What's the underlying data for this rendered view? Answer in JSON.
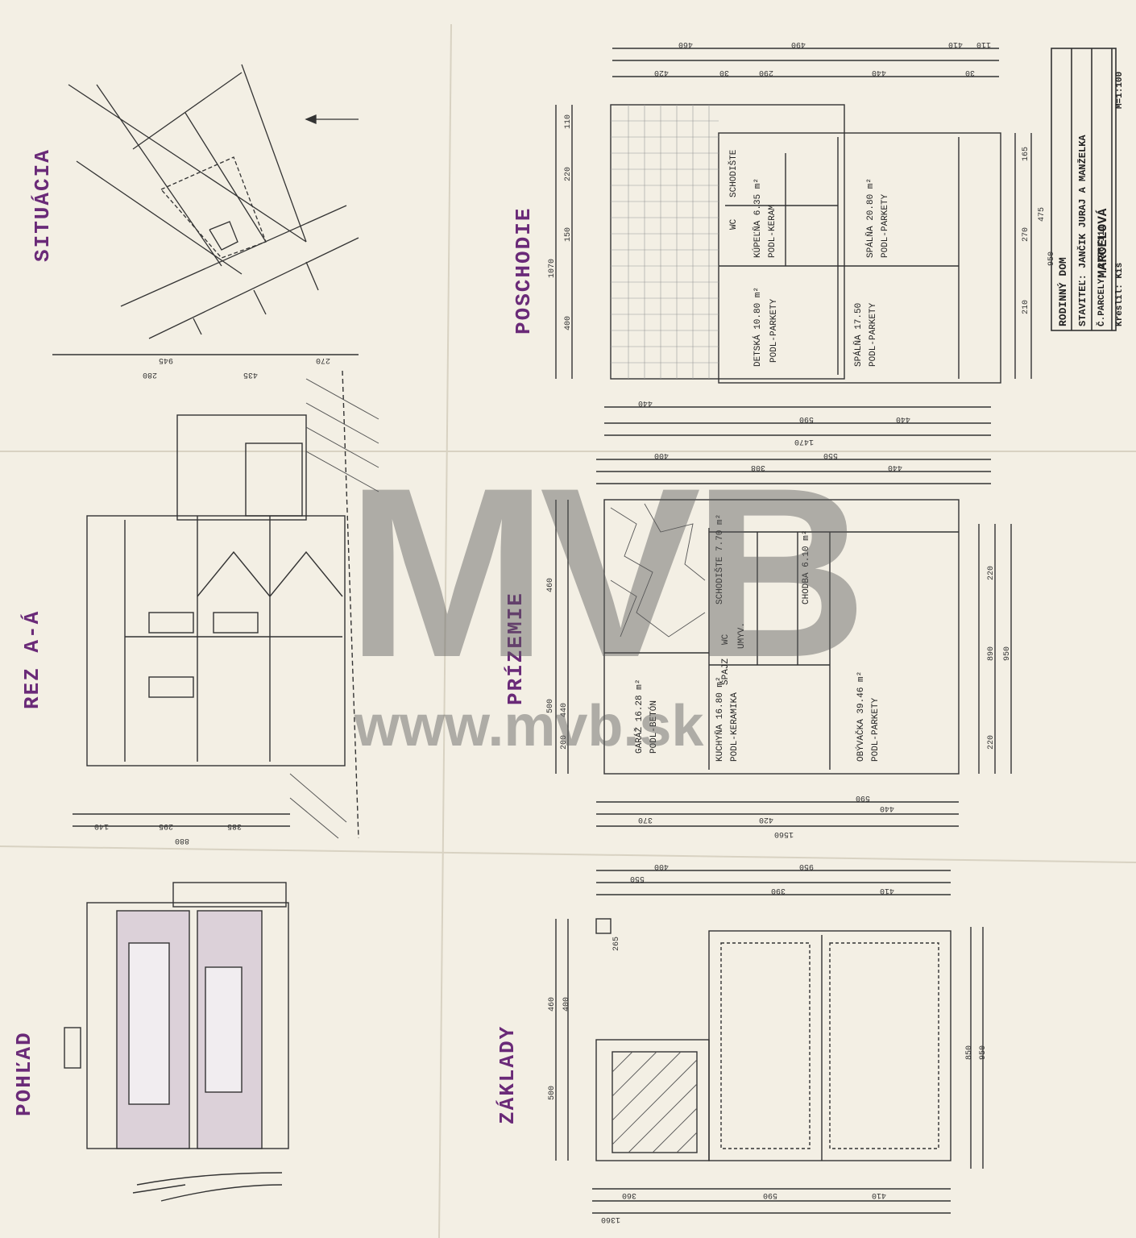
{
  "colors": {
    "paper": "#f3efe4",
    "ink": "#2a2a2a",
    "title": "#6a2a78",
    "watermark": "#808080"
  },
  "sections": {
    "situacia": "SITUÁCIA",
    "rez": "REZ A-Á",
    "pohlad": "POHĽAD",
    "poschodie": "POSCHODIE",
    "prizemie": "PRÍZEMIE",
    "zaklady": "ZÁKLADY"
  },
  "title_block": {
    "line1": "RODINNÝ DOM",
    "line2": "STAVITEĽ: JANČIK JURAJ A MANŽELKA",
    "line3": "MARCELOVÁ",
    "line4": "Č.PARCELY: 2776/111",
    "line5": "Kreslil: Kiš",
    "scale": "M=1:100"
  },
  "poschodie_rooms": {
    "detska": "DETSKÁ 10.80 m²",
    "detska_floor": "PODL-PARKETY",
    "spalna1": "SPÁLŇA 17.50",
    "spalna1_floor": "PODL-PARKETY",
    "spalna2": "SPÁLŇA 20.80 m²",
    "spalna2_floor": "PODL-PARKETY",
    "kupelna": "KÚPEĽŇA 6.35 m²",
    "kupelna_floor": "PODL-KERAM",
    "wc": "WC",
    "schodiste": "SCHODIŠTE"
  },
  "prizemie_rooms": {
    "garaz": "GARÁŽ 16.28 m²",
    "garaz_floor": "PODL-BETÓN",
    "kuchyna": "KUCHYŇA 16.80 m²",
    "kuchyna_floor": "PODL-KERAMIKA",
    "obyvacka": "OBÝVAČKA 39.46 m²",
    "obyvacka_floor": "PODL-PARKETY",
    "schodiste": "SCHODIŠTE 7.70 m²",
    "chodba": "CHODBA 6.10 m²",
    "wc": "WC",
    "umyv": "UMYV.",
    "spajz": "ŠPAJZ"
  },
  "dimensions": {
    "poschodie_top": [
      "410",
      "490",
      "460",
      "110"
    ],
    "poschodie_top2": [
      "420",
      "30",
      "290",
      "440",
      "30"
    ],
    "poschodie_left": [
      "1070",
      "400",
      "150",
      "220",
      "110"
    ],
    "poschodie_bottom": [
      "440",
      "590",
      "440",
      "1470"
    ],
    "poschodie_right": [
      "165",
      "270",
      "210",
      "475",
      "950"
    ],
    "prizemie_top": [
      "400",
      "308",
      "440",
      "550"
    ],
    "prizemie_left": [
      "460",
      "500",
      "440",
      "200"
    ],
    "prizemie_right": [
      "220",
      "890",
      "950",
      "220"
    ],
    "prizemie_bottom": [
      "440",
      "590",
      "420",
      "370",
      "1560"
    ],
    "zaklady_top": [
      "400",
      "550",
      "950",
      "390",
      "410"
    ],
    "zaklady_left": [
      "265",
      "460",
      "400",
      "500"
    ],
    "zaklady_right": [
      "850",
      "950"
    ],
    "zaklady_bottom": [
      "410",
      "590",
      "360",
      "1360"
    ],
    "rez_top": [
      "945",
      "435",
      "280",
      "270"
    ],
    "rez_bottom": [
      "880",
      "385",
      "295",
      "140"
    ]
  },
  "watermark": {
    "logo": "MVB",
    "url": "www.mvb.sk"
  }
}
